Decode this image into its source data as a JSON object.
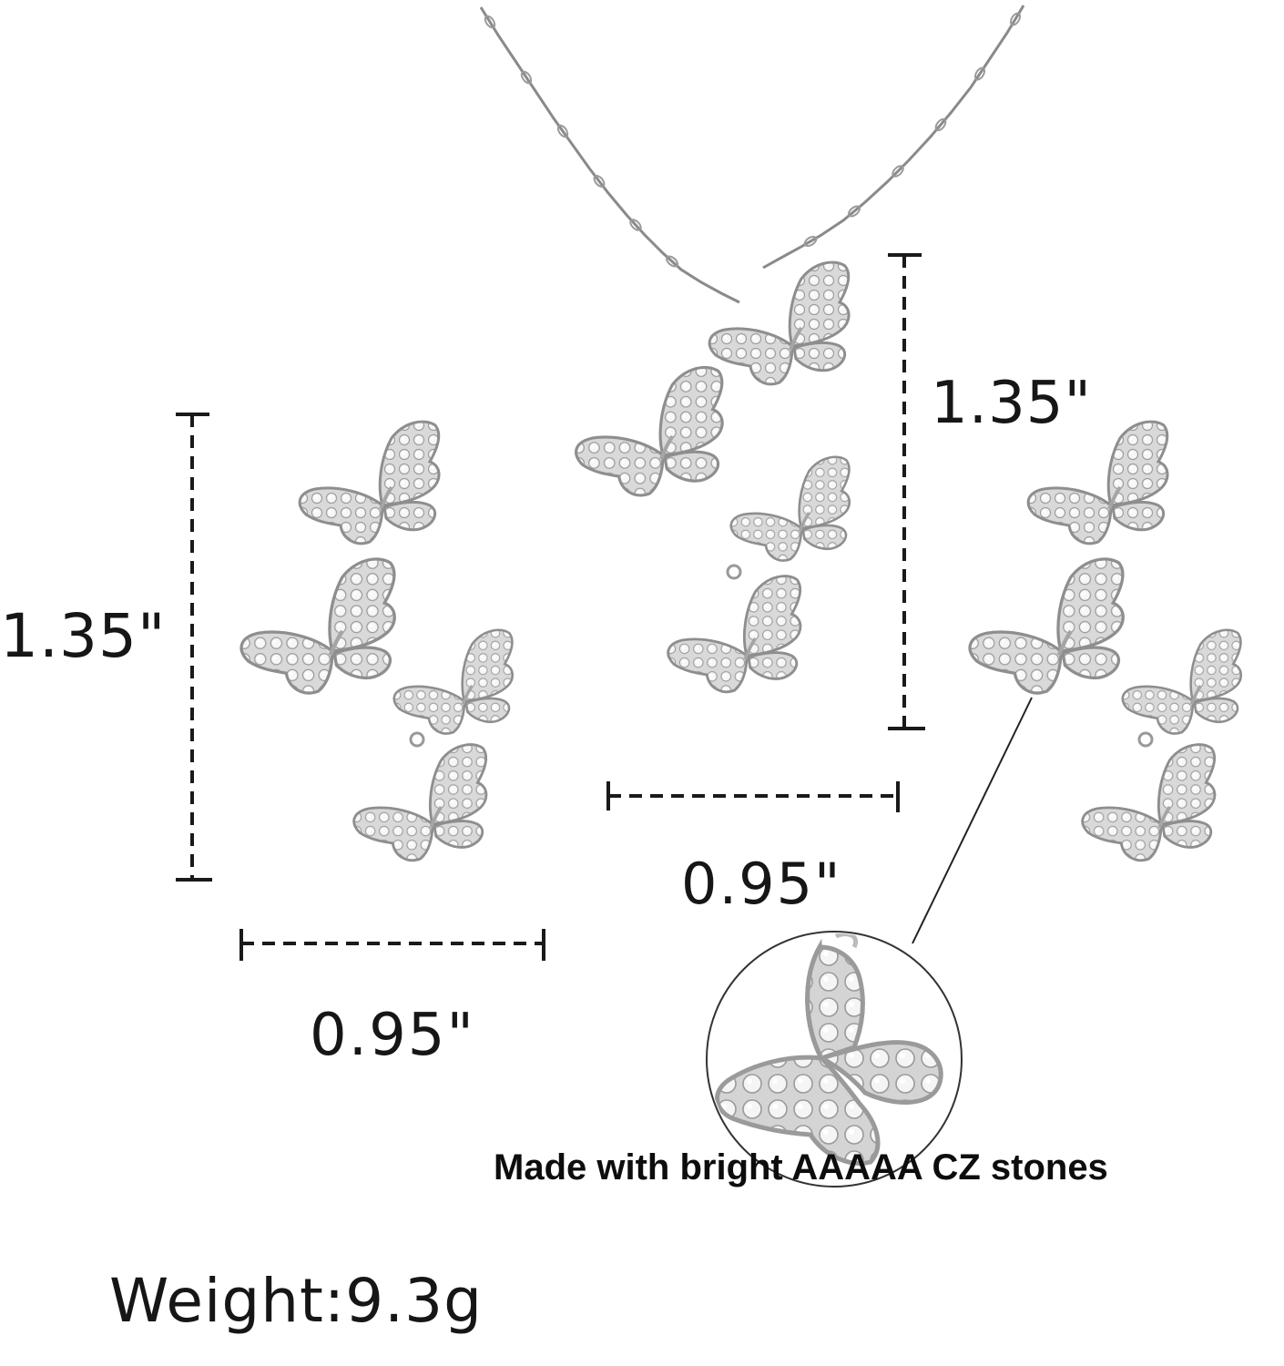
{
  "dimensions": {
    "left_earring_height": "1.35\"",
    "left_earring_width": "0.95\"",
    "pendant_height": "1.35\"",
    "pendant_width": "0.95\""
  },
  "caption": "Made with bright AAAAA CZ stones",
  "weight": "Weight:9.3g",
  "colors": {
    "background": "#ffffff",
    "metal": "#c9c9c9",
    "outline": "#8e8e8e",
    "dimension_line": "#1a1a1a"
  }
}
